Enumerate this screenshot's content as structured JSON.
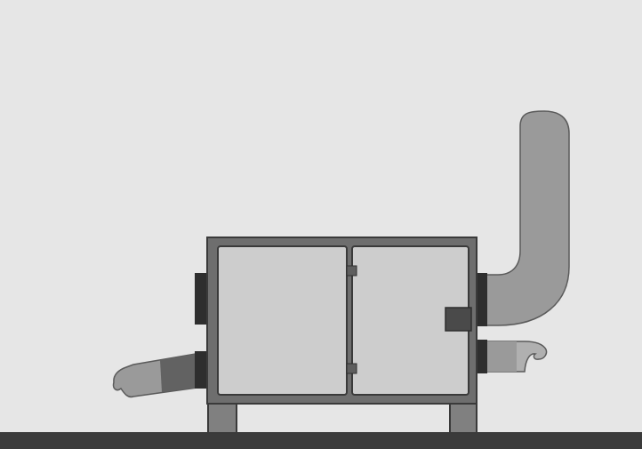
{
  "scene": {
    "colors": {
      "wall": "#e6e6e6",
      "floor": "#3b3b3b",
      "unit_frame": "#6e6e6e",
      "door_panel": "#cdcdcd",
      "outline": "#3a3a3a",
      "duct": "#9a9a9a",
      "duct_dark": "#626262",
      "collar": "#2e2e2e",
      "hinge": "#5e5e5e",
      "handle": "#4a4a4a",
      "leg": "#808080"
    },
    "components": [
      "wall",
      "floor",
      "unit-cabinet",
      "left-door-panel",
      "right-door-panel",
      "upper-hinge",
      "lower-hinge",
      "door-handle",
      "left-leg",
      "right-leg",
      "left-upper-collar",
      "left-lower-collar",
      "right-upper-collar",
      "right-lower-collar",
      "vertical-duct-elbow",
      "left-flexible-duct",
      "right-short-duct"
    ]
  }
}
